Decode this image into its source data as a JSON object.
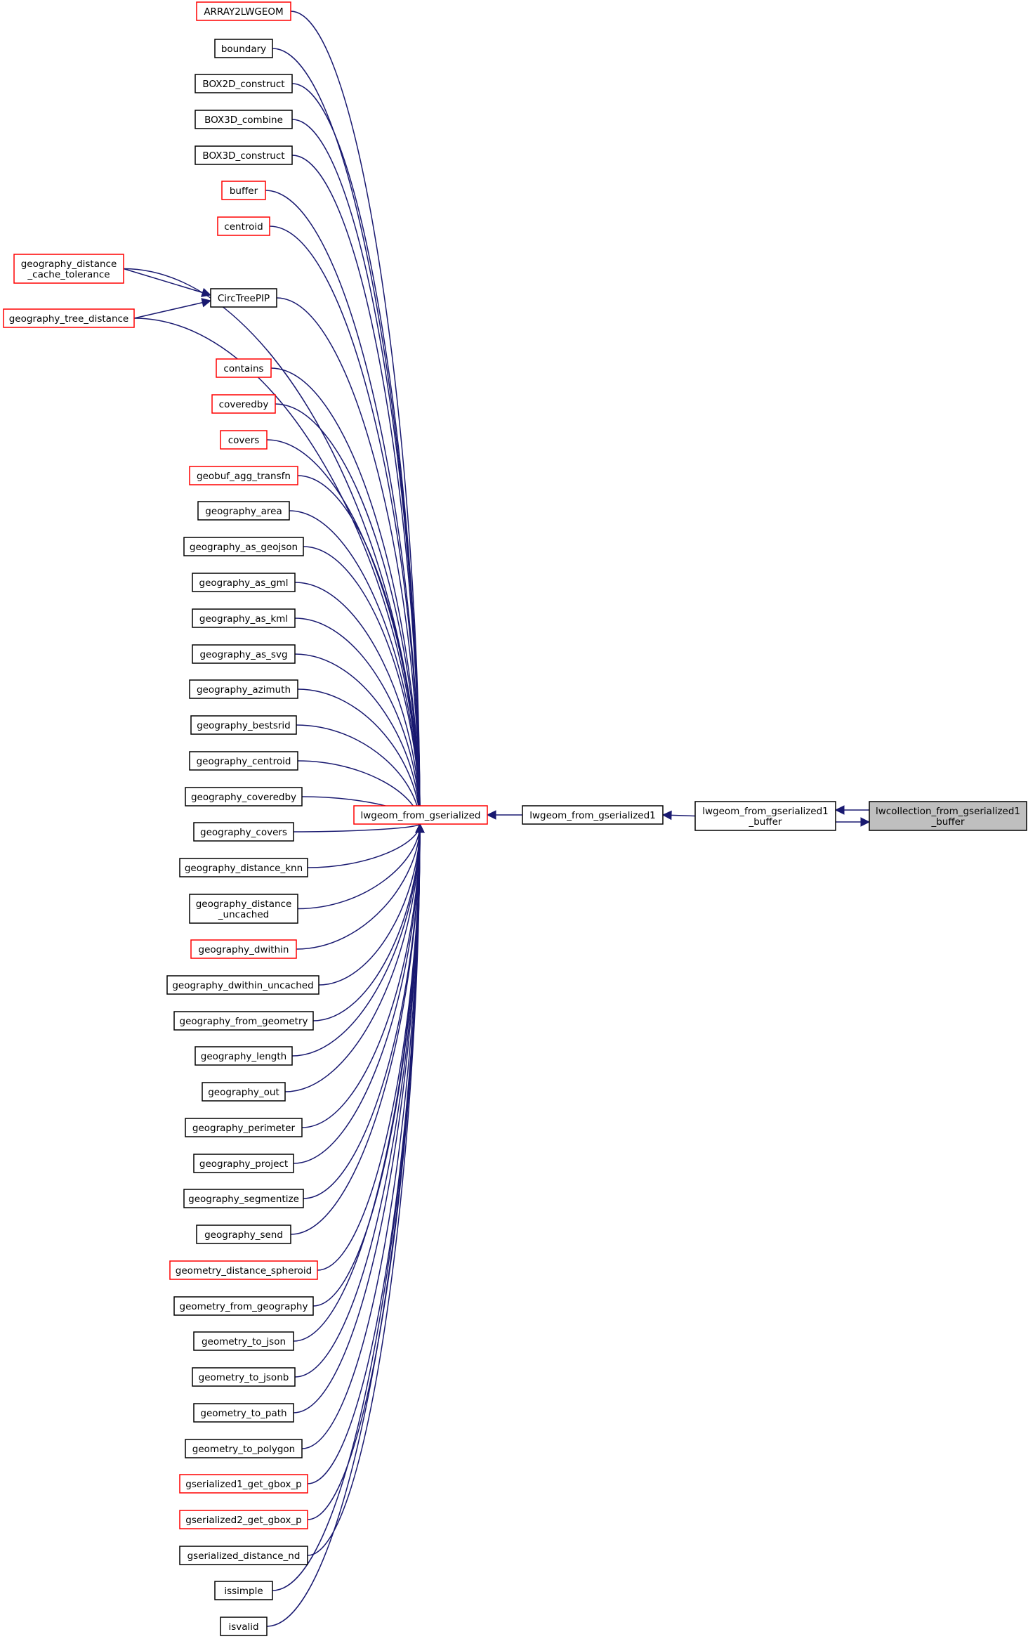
{
  "colors": {
    "edge": "#191970",
    "truncated_node_border": "#ff0000",
    "node_border": "#000000",
    "focus_fill": "#bfbfbf"
  },
  "nodes": [
    {
      "id": "n0",
      "lines": [
        "ARRAY2LWGEOM"
      ],
      "truncated": true
    },
    {
      "id": "n1",
      "lines": [
        "boundary"
      ],
      "truncated": false
    },
    {
      "id": "n2",
      "lines": [
        "BOX2D_construct"
      ],
      "truncated": false
    },
    {
      "id": "n3",
      "lines": [
        "BOX3D_combine"
      ],
      "truncated": false
    },
    {
      "id": "n4",
      "lines": [
        "BOX3D_construct"
      ],
      "truncated": false
    },
    {
      "id": "n5",
      "lines": [
        "buffer"
      ],
      "truncated": true
    },
    {
      "id": "n6",
      "lines": [
        "centroid"
      ],
      "truncated": true
    },
    {
      "id": "n7",
      "lines": [
        "geography_distance",
        "_cache_tolerance"
      ],
      "truncated": true
    },
    {
      "id": "n8",
      "lines": [
        "CircTreePIP"
      ],
      "truncated": false
    },
    {
      "id": "n9",
      "lines": [
        "geography_tree_distance"
      ],
      "truncated": true
    },
    {
      "id": "n10",
      "lines": [
        "contains"
      ],
      "truncated": true
    },
    {
      "id": "n11",
      "lines": [
        "coveredby"
      ],
      "truncated": true
    },
    {
      "id": "n12",
      "lines": [
        "covers"
      ],
      "truncated": true
    },
    {
      "id": "n13",
      "lines": [
        "geobuf_agg_transfn"
      ],
      "truncated": true
    },
    {
      "id": "n14",
      "lines": [
        "geography_area"
      ],
      "truncated": false
    },
    {
      "id": "n15",
      "lines": [
        "geography_as_geojson"
      ],
      "truncated": false
    },
    {
      "id": "n16",
      "lines": [
        "geography_as_gml"
      ],
      "truncated": false
    },
    {
      "id": "n17",
      "lines": [
        "geography_as_kml"
      ],
      "truncated": false
    },
    {
      "id": "n18",
      "lines": [
        "geography_as_svg"
      ],
      "truncated": false
    },
    {
      "id": "n19",
      "lines": [
        "geography_azimuth"
      ],
      "truncated": false
    },
    {
      "id": "n20",
      "lines": [
        "geography_bestsrid"
      ],
      "truncated": false
    },
    {
      "id": "n21",
      "lines": [
        "geography_centroid"
      ],
      "truncated": false
    },
    {
      "id": "n22",
      "lines": [
        "geography_coveredby"
      ],
      "truncated": false
    },
    {
      "id": "n23",
      "lines": [
        "geography_covers"
      ],
      "truncated": false
    },
    {
      "id": "n24",
      "lines": [
        "geography_distance_knn"
      ],
      "truncated": false
    },
    {
      "id": "n25",
      "lines": [
        "geography_distance",
        "_uncached"
      ],
      "truncated": false
    },
    {
      "id": "n26",
      "lines": [
        "geography_dwithin"
      ],
      "truncated": true
    },
    {
      "id": "n27",
      "lines": [
        "geography_dwithin_uncached"
      ],
      "truncated": false
    },
    {
      "id": "n28",
      "lines": [
        "geography_from_geometry"
      ],
      "truncated": false
    },
    {
      "id": "n29",
      "lines": [
        "geography_length"
      ],
      "truncated": false
    },
    {
      "id": "n30",
      "lines": [
        "geography_out"
      ],
      "truncated": false
    },
    {
      "id": "n31",
      "lines": [
        "geography_perimeter"
      ],
      "truncated": false
    },
    {
      "id": "n32",
      "lines": [
        "geography_project"
      ],
      "truncated": false
    },
    {
      "id": "n33",
      "lines": [
        "geography_segmentize"
      ],
      "truncated": false
    },
    {
      "id": "n34",
      "lines": [
        "geography_send"
      ],
      "truncated": false
    },
    {
      "id": "n35",
      "lines": [
        "geometry_distance_spheroid"
      ],
      "truncated": true
    },
    {
      "id": "n36",
      "lines": [
        "geometry_from_geography"
      ],
      "truncated": false
    },
    {
      "id": "n37",
      "lines": [
        "geometry_to_json"
      ],
      "truncated": false
    },
    {
      "id": "n38",
      "lines": [
        "geometry_to_jsonb"
      ],
      "truncated": false
    },
    {
      "id": "n39",
      "lines": [
        "geometry_to_path"
      ],
      "truncated": false
    },
    {
      "id": "n40",
      "lines": [
        "geometry_to_polygon"
      ],
      "truncated": false
    },
    {
      "id": "n41",
      "lines": [
        "gserialized1_get_gbox_p"
      ],
      "truncated": true
    },
    {
      "id": "n42",
      "lines": [
        "gserialized2_get_gbox_p"
      ],
      "truncated": true
    },
    {
      "id": "n43",
      "lines": [
        "gserialized_distance_nd"
      ],
      "truncated": false
    },
    {
      "id": "n44",
      "lines": [
        "issimple"
      ],
      "truncated": false
    },
    {
      "id": "n45",
      "lines": [
        "isvalid"
      ],
      "truncated": false
    },
    {
      "id": "hub",
      "lines": [
        "lwgeom_from_gserialized"
      ],
      "truncated": true
    },
    {
      "id": "g1",
      "lines": [
        "lwgeom_from_gserialized1"
      ],
      "truncated": false
    },
    {
      "id": "buf",
      "lines": [
        "lwgeom_from_gserialized1",
        "_buffer"
      ],
      "truncated": false
    },
    {
      "id": "focus",
      "lines": [
        "lwcollection_from_gserialized1",
        "_buffer"
      ],
      "truncated": false,
      "focus": true
    }
  ],
  "edges": [
    [
      "n0",
      "hub"
    ],
    [
      "n1",
      "hub"
    ],
    [
      "n2",
      "hub"
    ],
    [
      "n3",
      "hub"
    ],
    [
      "n4",
      "hub"
    ],
    [
      "n5",
      "hub"
    ],
    [
      "n6",
      "hub"
    ],
    [
      "n7",
      "hub"
    ],
    [
      "n8",
      "hub"
    ],
    [
      "n9",
      "hub"
    ],
    [
      "n10",
      "hub"
    ],
    [
      "n11",
      "hub"
    ],
    [
      "n12",
      "hub"
    ],
    [
      "n13",
      "hub"
    ],
    [
      "n14",
      "hub"
    ],
    [
      "n15",
      "hub"
    ],
    [
      "n16",
      "hub"
    ],
    [
      "n17",
      "hub"
    ],
    [
      "n18",
      "hub"
    ],
    [
      "n19",
      "hub"
    ],
    [
      "n20",
      "hub"
    ],
    [
      "n21",
      "hub"
    ],
    [
      "n22",
      "hub"
    ],
    [
      "n23",
      "hub"
    ],
    [
      "n24",
      "hub"
    ],
    [
      "n25",
      "hub"
    ],
    [
      "n26",
      "hub"
    ],
    [
      "n27",
      "hub"
    ],
    [
      "n28",
      "hub"
    ],
    [
      "n29",
      "hub"
    ],
    [
      "n30",
      "hub"
    ],
    [
      "n31",
      "hub"
    ],
    [
      "n32",
      "hub"
    ],
    [
      "n33",
      "hub"
    ],
    [
      "n34",
      "hub"
    ],
    [
      "n35",
      "hub"
    ],
    [
      "n36",
      "hub"
    ],
    [
      "n37",
      "hub"
    ],
    [
      "n38",
      "hub"
    ],
    [
      "n39",
      "hub"
    ],
    [
      "n40",
      "hub"
    ],
    [
      "n41",
      "hub"
    ],
    [
      "n42",
      "hub"
    ],
    [
      "n43",
      "hub"
    ],
    [
      "n44",
      "hub"
    ],
    [
      "n45",
      "hub"
    ],
    [
      "n7",
      "n8"
    ],
    [
      "n9",
      "n8"
    ],
    [
      "hub",
      "g1"
    ],
    [
      "g1",
      "buf"
    ],
    [
      "buf",
      "focus"
    ],
    [
      "focus",
      "buf"
    ]
  ]
}
